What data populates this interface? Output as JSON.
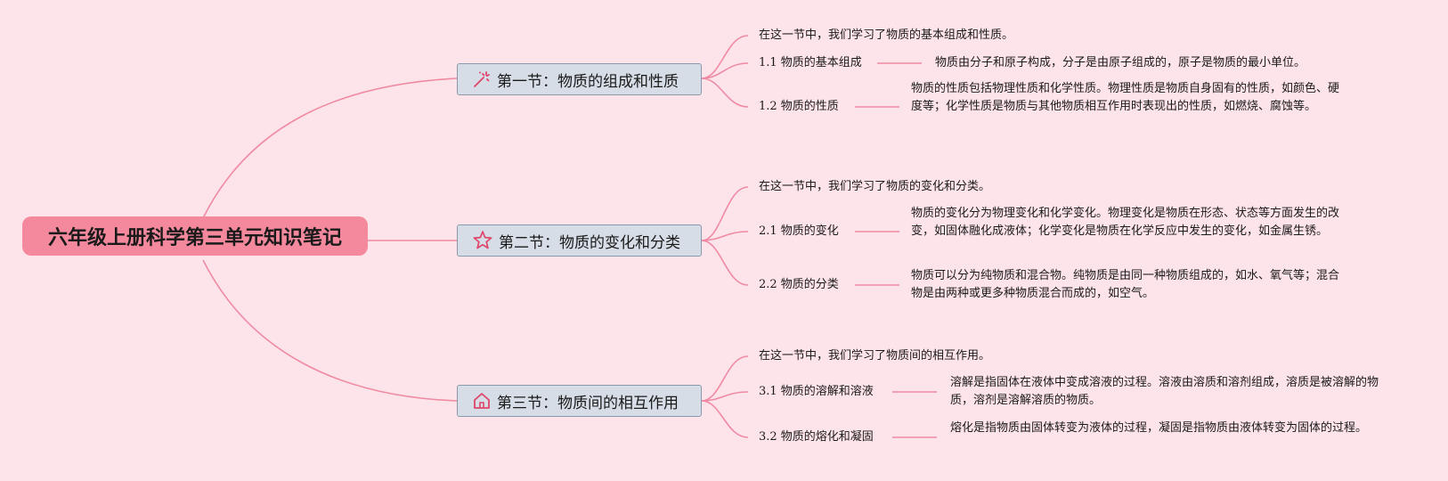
{
  "root": {
    "title": "六年级上册科学第三单元知识笔记"
  },
  "sections": [
    {
      "title": "第一节：物质的组成和性质",
      "icon": "magic-wand-icon",
      "intro": "在这一节中，我们学习了物质的基本组成和性质。",
      "topics": [
        {
          "label": "1.1 物质的基本组成",
          "detail": "物质由分子和原子构成，分子是由原子组成的，原子是物质的最小单位。"
        },
        {
          "label": "1.2 物质的性质",
          "detail": "物质的性质包括物理性质和化学性质。物理性质是物质自身固有的性质，如颜色、硬度等；化学性质是物质与其他物质相互作用时表现出的性质，如燃烧、腐蚀等。"
        }
      ]
    },
    {
      "title": "第二节：物质的变化和分类",
      "icon": "star-icon",
      "intro": "在这一节中，我们学习了物质的变化和分类。",
      "topics": [
        {
          "label": "2.1 物质的变化",
          "detail": "物质的变化分为物理变化和化学变化。物理变化是物质在形态、状态等方面发生的改变，如固体融化成液体；化学变化是物质在化学反应中发生的变化，如金属生锈。"
        },
        {
          "label": "2.2 物质的分类",
          "detail": "物质可以分为纯物质和混合物。纯物质是由同一种物质组成的，如水、氧气等；混合物是由两种或更多种物质混合而成的，如空气。"
        }
      ]
    },
    {
      "title": "第三节：物质间的相互作用",
      "icon": "house-icon",
      "intro": "在这一节中，我们学习了物质间的相互作用。",
      "topics": [
        {
          "label": "3.1 物质的溶解和溶液",
          "detail": "溶解是指固体在液体中变成溶液的过程。溶液由溶质和溶剂组成，溶质是被溶解的物质，溶剂是溶解溶质的物质。"
        },
        {
          "label": "3.2 物质的熔化和凝固",
          "detail": "熔化是指物质由固体转变为液体的过程，凝固是指物质由液体转变为固体的过程。"
        }
      ]
    }
  ],
  "colors": {
    "background": "#fde3ea",
    "root": "#f4899e",
    "link": "#f08aa3",
    "section_fill": "#d6dde6",
    "section_border": "#8a9aab",
    "icon": "#e0456a"
  }
}
